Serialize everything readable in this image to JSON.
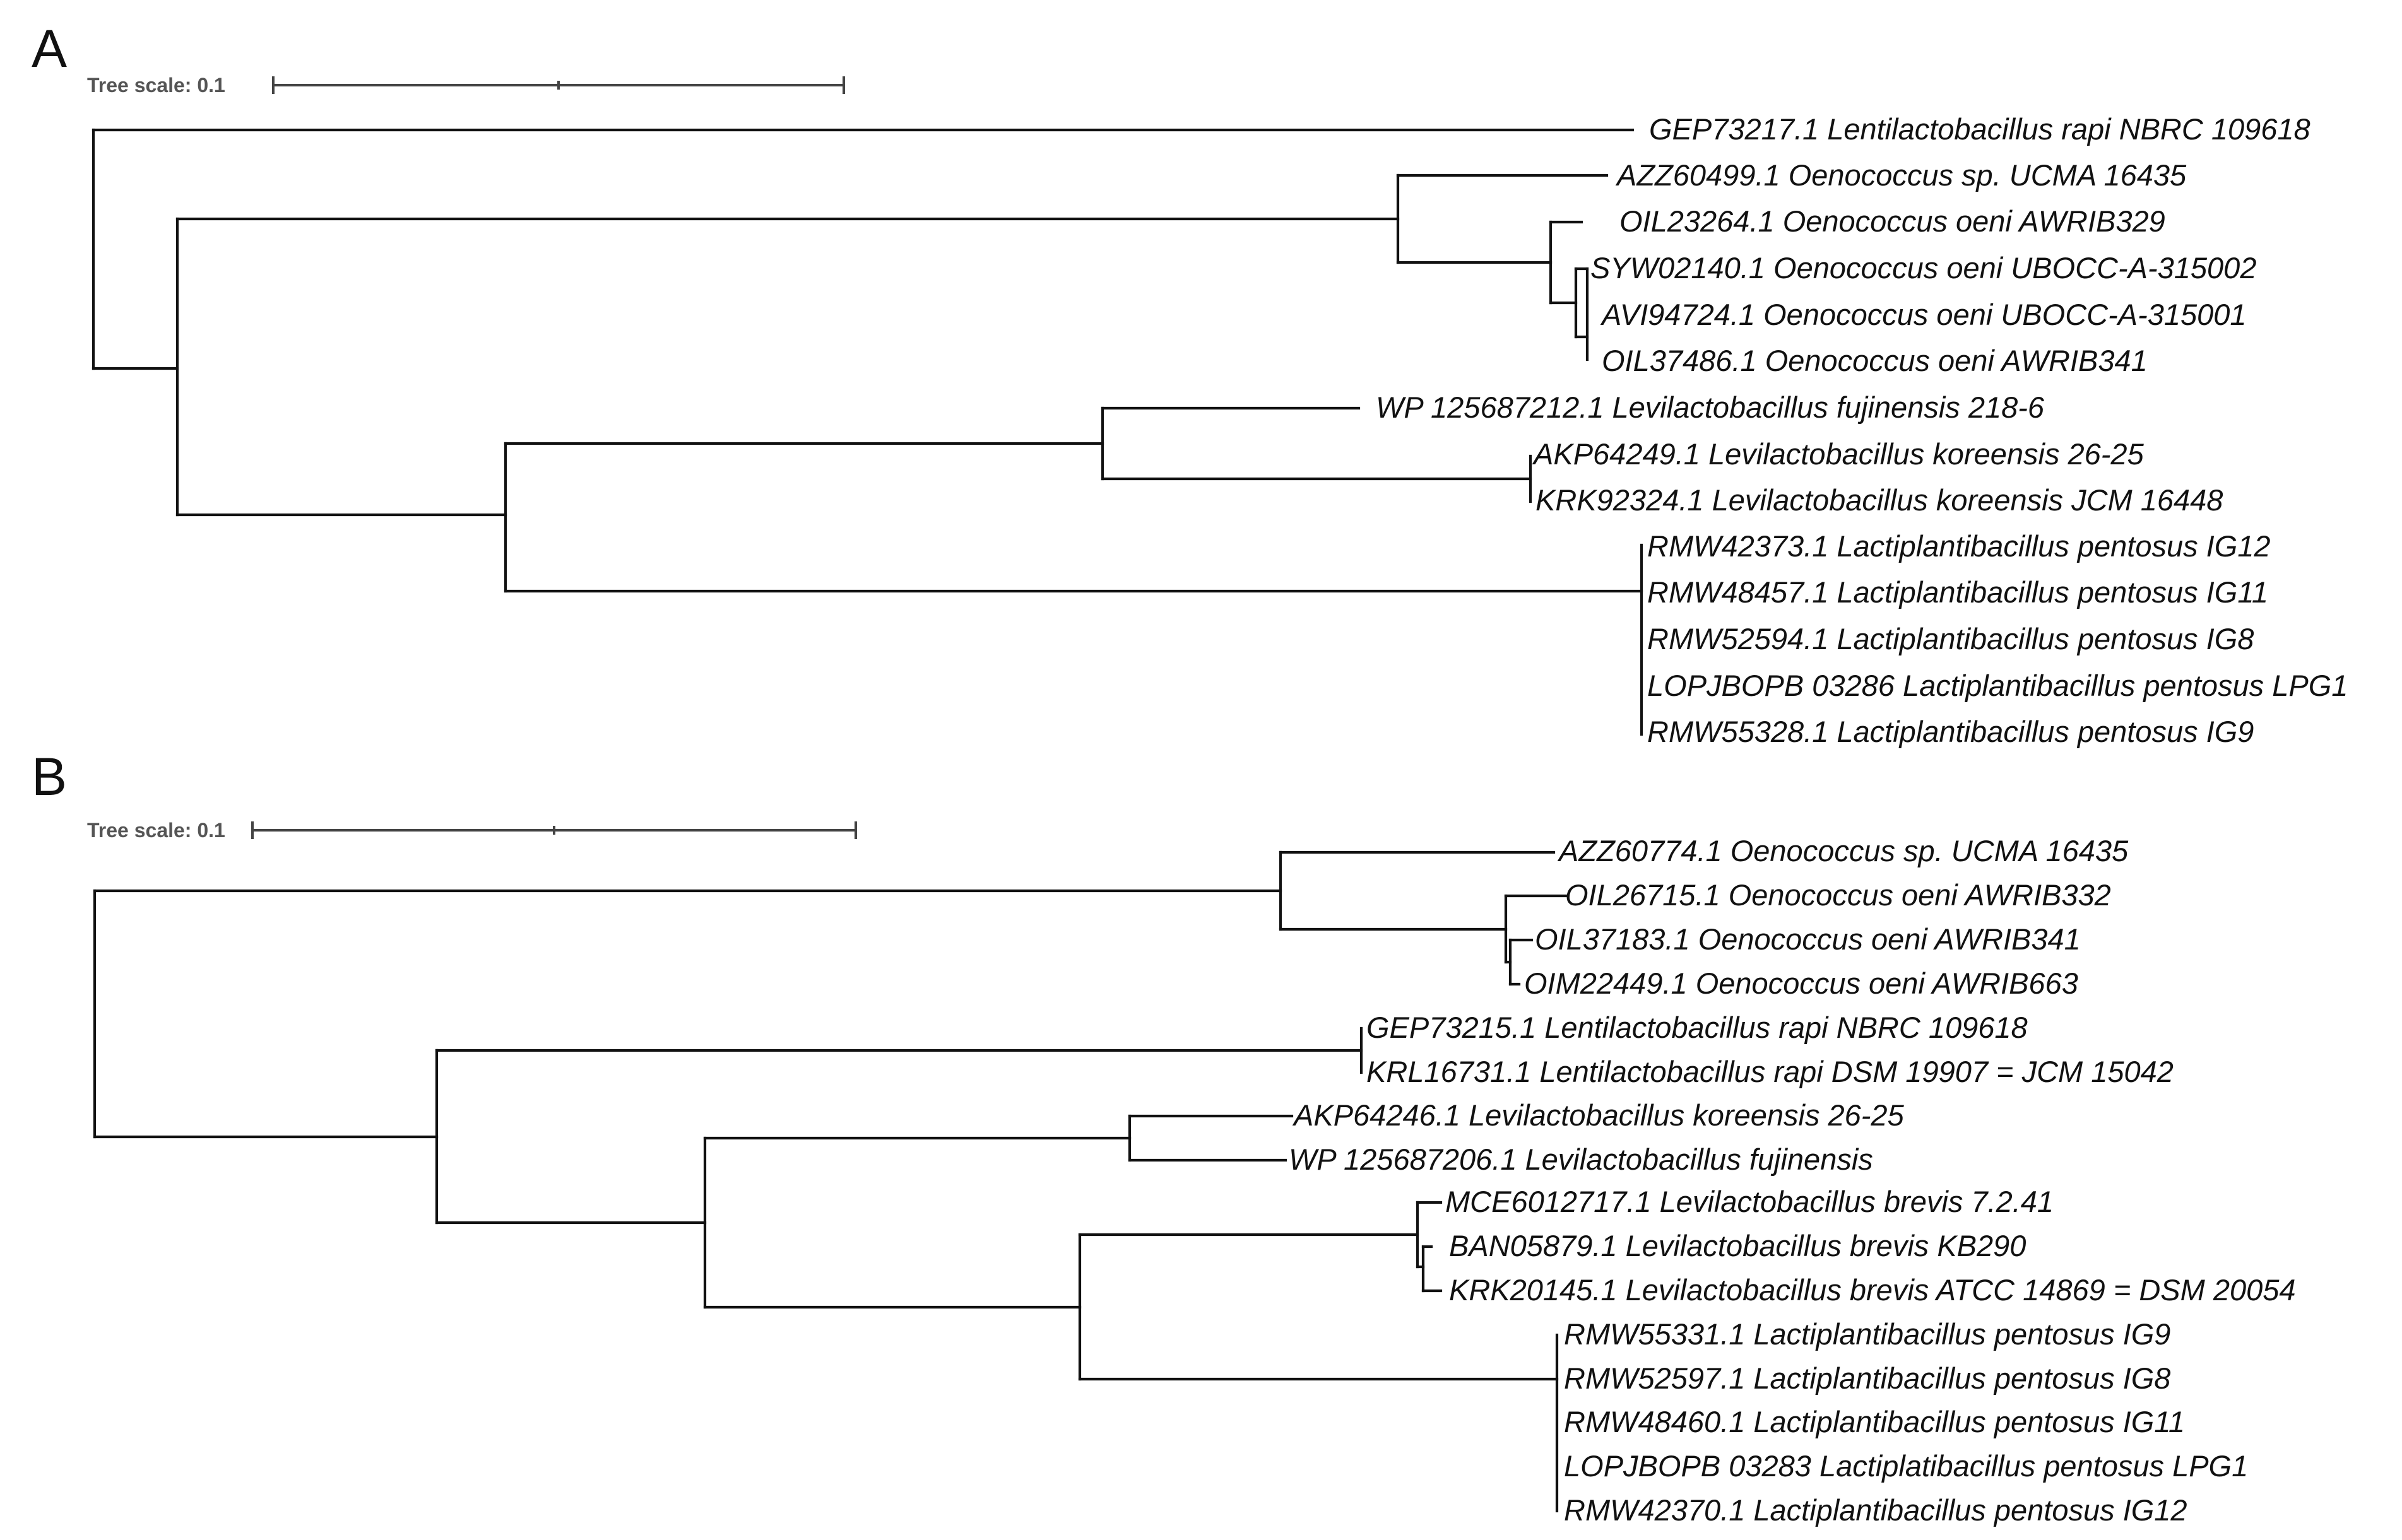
{
  "panels": [
    {
      "letter": "A",
      "tree_scale_label": "Tree scale: 0.1",
      "leaves": [
        "GEP73217.1 Lentilactobacillus rapi NBRC 109618",
        "AZZ60499.1 Oenococcus sp. UCMA 16435",
        "OIL23264.1 Oenococcus oeni AWRIB329",
        "SYW02140.1 Oenococcus oeni UBOCC-A-315002",
        "AVI94724.1 Oenococcus oeni UBOCC-A-315001",
        "OIL37486.1 Oenococcus oeni AWRIB341",
        "WP 125687212.1 Levilactobacillus fujinensis 218-6",
        "AKP64249.1 Levilactobacillus koreensis 26-25",
        "KRK92324.1 Levilactobacillus koreensis JCM 16448",
        "RMW42373.1 Lactiplantibacillus pentosus IG12",
        "RMW48457.1 Lactiplantibacillus pentosus IG11",
        "RMW52594.1 Lactiplantibacillus pentosus IG8",
        "LOPJBOPB 03286 Lactiplantibacillus pentosus LPG1",
        "RMW55328.1 Lactiplantibacillus pentosus IG9"
      ]
    },
    {
      "letter": "B",
      "tree_scale_label": "Tree scale: 0.1",
      "leaves": [
        "AZZ60774.1 Oenococcus sp. UCMA 16435",
        "OIL26715.1 Oenococcus oeni AWRIB332",
        "OIL37183.1 Oenococcus oeni AWRIB341",
        "OIM22449.1 Oenococcus oeni AWRIB663",
        "GEP73215.1 Lentilactobacillus rapi NBRC 109618",
        "KRL16731.1 Lentilactobacillus rapi DSM 19907 = JCM 15042",
        "AKP64246.1 Levilactobacillus koreensis 26-25",
        "WP 125687206.1 Levilactobacillus fujinensis",
        "MCE6012717.1 Levilactobacillus brevis 7.2.41",
        "BAN05879.1 Levilactobacillus brevis KB290",
        "KRK20145.1 Levilactobacillus brevis ATCC 14869 = DSM 20054",
        "RMW55331.1 Lactiplantibacillus pentosus IG9",
        "RMW52597.1 Lactiplantibacillus pentosus IG8",
        "RMW48460.1 Lactiplantibacillus pentosus IG11",
        "LOPJBOPB 03283 Lactiplatibacillus pentosus LPG1",
        "RMW42370.1 Lactiplantibacillus pentosus IG12"
      ]
    }
  ]
}
